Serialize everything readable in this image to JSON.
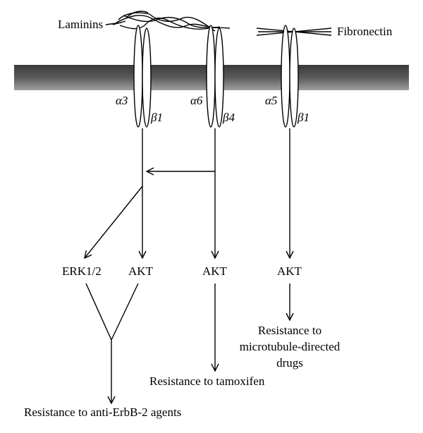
{
  "labels": {
    "laminins": "Laminins",
    "fibronectin": "Fibronectin"
  },
  "integrins": [
    {
      "alpha": "α3",
      "beta": "β1",
      "output": "AKT"
    },
    {
      "alpha": "α6",
      "beta": "β4",
      "output": "AKT"
    },
    {
      "alpha": "α5",
      "beta": "β1",
      "output": "AKT"
    }
  ],
  "signals": {
    "erk": "ERK1/2"
  },
  "outcomes": {
    "anti_erbb2": "Resistance to anti-ErbB-2 agents",
    "tamoxifen": "Resistance to tamoxifen",
    "microtubule": [
      "Resistance to",
      "microtubule-directed",
      "drugs"
    ]
  },
  "colors": {
    "membrane_dark": "#3a3a3a",
    "membrane_light": "#9a9a9a",
    "ink": "#000000"
  }
}
